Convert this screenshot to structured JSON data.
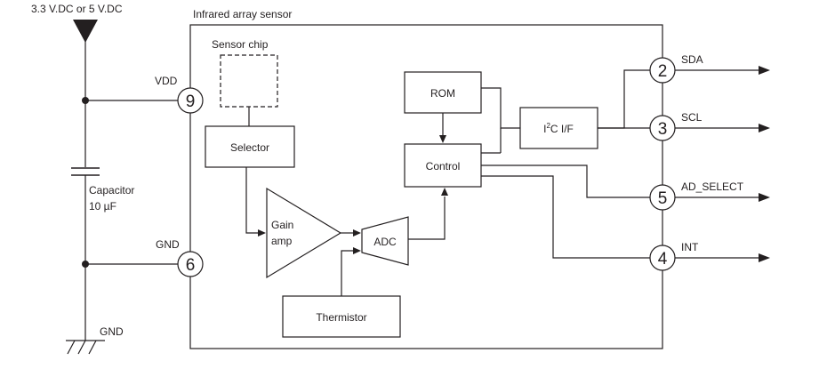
{
  "supply_label": "3.3 V.DC or 5 V.DC",
  "module_title": "Infrared array sensor",
  "capacitor": {
    "name": "Capacitor",
    "value": "10 µF"
  },
  "ground_label": "GND",
  "blocks": {
    "sensor_chip": "Sensor chip",
    "selector": "Selector",
    "gain_amp_line1": "Gain",
    "gain_amp_line2": "amp",
    "adc": "ADC",
    "thermistor": "Thermistor",
    "rom": "ROM",
    "control": "Control",
    "i2c_prefix": "I",
    "i2c_sup": "2",
    "i2c_suffix": "C I/F"
  },
  "pins": [
    {
      "number": "9",
      "name": "VDD"
    },
    {
      "number": "6",
      "name": "GND"
    },
    {
      "number": "2",
      "name": "SDA"
    },
    {
      "number": "3",
      "name": "SCL"
    },
    {
      "number": "5",
      "name": "AD_SELECT"
    },
    {
      "number": "4",
      "name": "INT"
    }
  ]
}
